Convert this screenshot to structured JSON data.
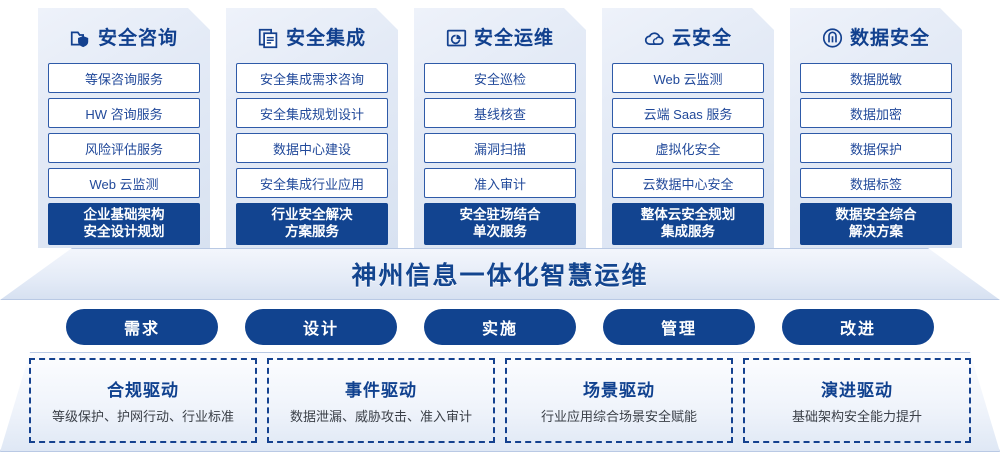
{
  "columns": [
    {
      "icon": "folder-shield-icon",
      "title": "安全咨询",
      "items": [
        "等保咨询服务",
        "HW 咨询服务",
        "风险评估服务",
        "Web 云监测"
      ],
      "footer": [
        "企业基础架构",
        "安全设计规划"
      ]
    },
    {
      "icon": "documents-stack-icon",
      "title": "安全集成",
      "items": [
        "安全集成需求咨询",
        "安全集成规划设计",
        "数据中心建设",
        "安全集成行业应用"
      ],
      "footer": [
        "行业安全解决",
        "方案服务"
      ]
    },
    {
      "icon": "monitor-chart-icon",
      "title": "安全运维",
      "items": [
        "安全巡检",
        "基线核查",
        "漏洞扫描",
        "准入审计"
      ],
      "footer": [
        "安全驻场结合",
        "单次服务"
      ]
    },
    {
      "icon": "cloud-icon",
      "title": "云安全",
      "items": [
        "Web 云监测",
        "云端 Saas 服务",
        "虚拟化安全",
        "云数据中心安全"
      ],
      "footer": [
        "整体云安全规划",
        "集成服务"
      ]
    },
    {
      "icon": "fingerprint-icon",
      "title": "数据安全",
      "items": [
        "数据脱敏",
        "数据加密",
        "数据保护",
        "数据标签"
      ],
      "footer": [
        "数据安全综合",
        "解决方案"
      ]
    }
  ],
  "banner": {
    "text": "神州信息一体化智慧运维"
  },
  "pills": [
    {
      "label": "需求"
    },
    {
      "label": "设计"
    },
    {
      "label": "实施"
    },
    {
      "label": "管理"
    },
    {
      "label": "改进"
    }
  ],
  "drivers": [
    {
      "title": "合规驱动",
      "desc": "等级保护、护网行动、行业标准"
    },
    {
      "title": "事件驱动",
      "desc": "数据泄漏、威胁攻击、准入审计"
    },
    {
      "title": "场景驱动",
      "desc": "行业应用综合场景安全赋能"
    },
    {
      "title": "演进驱动",
      "desc": "基础架构安全能力提升"
    }
  ],
  "colors": {
    "brand_blue": "#11438f",
    "item_border": "#2e5aa8",
    "text_blue": "#21499a",
    "desc_gray": "#3a3f47"
  }
}
